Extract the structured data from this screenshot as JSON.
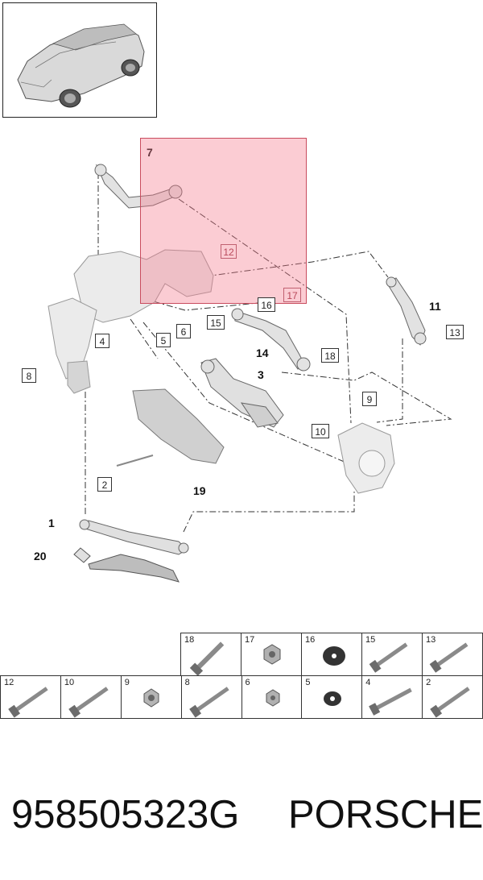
{
  "callouts": {
    "c7": "7",
    "c12": "12",
    "c17": "17",
    "c16": "16",
    "c15": "15",
    "c11": "11",
    "c13": "13",
    "c14": "14",
    "c18": "18",
    "c4": "4",
    "c5": "5",
    "c6": "6",
    "c8": "8",
    "c3": "3",
    "c9": "9",
    "c10": "10",
    "c19": "19",
    "c2": "2",
    "c1": "1",
    "c20": "20"
  },
  "parts_table": {
    "row1": [
      "18",
      "17",
      "16",
      "15",
      "13"
    ],
    "row2": [
      "12",
      "10",
      "9",
      "8",
      "6",
      "5",
      "4",
      "2"
    ]
  },
  "footer": {
    "part_number": "958505323G",
    "brand": "PORSCHE"
  },
  "icons": [
    "car-thumbnail-icon",
    "bolt-icon",
    "nut-icon",
    "washer-icon",
    "flange-nut-icon"
  ],
  "colors": {
    "highlight": "#f5788c",
    "line": "#222222"
  }
}
